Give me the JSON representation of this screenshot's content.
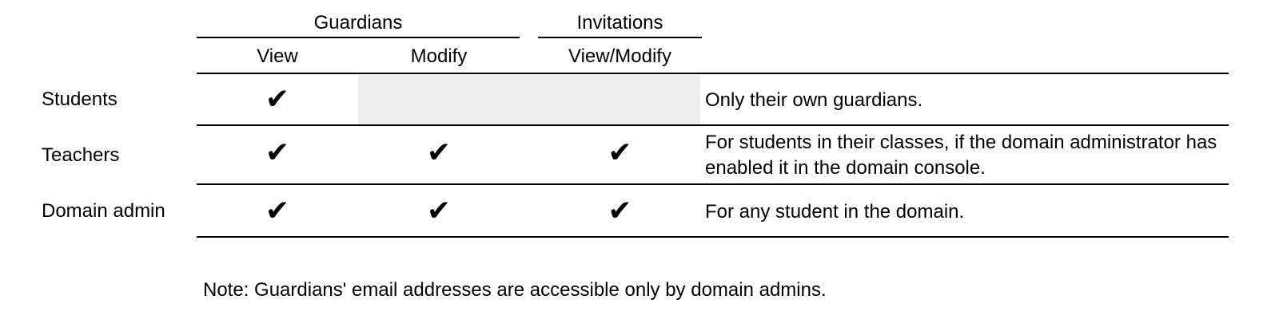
{
  "table": {
    "check_glyph": "✔",
    "groups": [
      {
        "label": "Guardians"
      },
      {
        "label": "Invitations"
      }
    ],
    "columns": [
      {
        "label": "View",
        "group": "Guardians"
      },
      {
        "label": "Modify",
        "group": "Guardians"
      },
      {
        "label": "View/Modify",
        "group": "Invitations"
      }
    ],
    "rows": [
      {
        "label": "Students",
        "cells": [
          "✔",
          "",
          ""
        ],
        "shaded_no_access": true,
        "note": "Only their own guardians."
      },
      {
        "label": "Teachers",
        "cells": [
          "✔",
          "✔",
          "✔"
        ],
        "shaded_no_access": false,
        "note": "For students in their classes, if the domain administrator has enabled it in the domain console."
      },
      {
        "label": "Domain admin",
        "cells": [
          "✔",
          "✔",
          "✔"
        ],
        "shaded_no_access": false,
        "note": "For any student in the domain."
      }
    ]
  },
  "footnote": "Note: Guardians' email addresses are accessible only by domain admins.",
  "colors": {
    "shaded_cell": "#ededed",
    "line": "#000000",
    "text": "#000000",
    "background": "#ffffff"
  }
}
